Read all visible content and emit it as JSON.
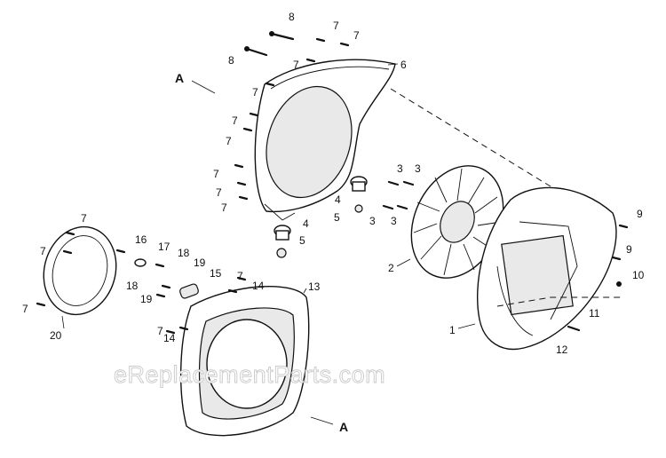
{
  "callouts": [
    "1",
    "2",
    "3",
    "4",
    "5",
    "6",
    "7",
    "8",
    "9",
    "10",
    "11",
    "12",
    "13",
    "14",
    "15",
    "16",
    "17",
    "18",
    "19",
    "20"
  ],
  "section_marker": "A",
  "watermark": "eReplacementParts.com"
}
